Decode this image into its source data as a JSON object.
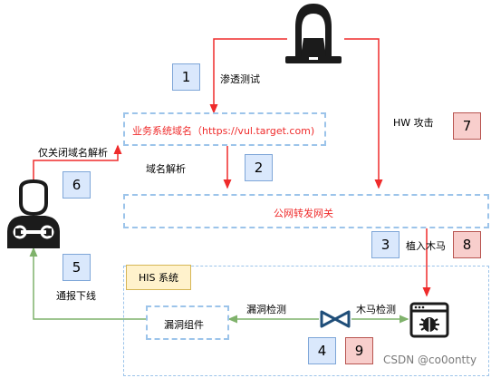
{
  "labels": {
    "pentest": "渗透测试",
    "domain_box": "业务系统域名（https://vul.target.com)",
    "dns": "域名解析",
    "close_dns": "仅关闭域名解析",
    "hw_attack": "HW 攻击",
    "gateway": "公网转发网关",
    "implant": "植入木马",
    "report": "通报下线",
    "his_system": "HIS 系统",
    "vuln_component": "漏洞组件",
    "vuln_scan": "漏洞检测",
    "trojan_scan": "木马检测"
  },
  "steps": {
    "s1": "1",
    "s2": "2",
    "s3": "3",
    "s4": "4",
    "s5": "5",
    "s6": "6",
    "s7": "7",
    "s8": "8",
    "s9": "9"
  },
  "watermark": "CSDN @co0ontty",
  "colors": {
    "attack_red": "#ef2b2b",
    "report_green": "#7fb26b",
    "dashed_blue": "#9cc4ea",
    "step_blue": "#dae8fc",
    "step_pink": "#f8cecc",
    "icon_dark": "#1b1b1b"
  },
  "icons": [
    "hacker-icon",
    "admin-icon",
    "valve-icon",
    "bug-window-icon"
  ]
}
